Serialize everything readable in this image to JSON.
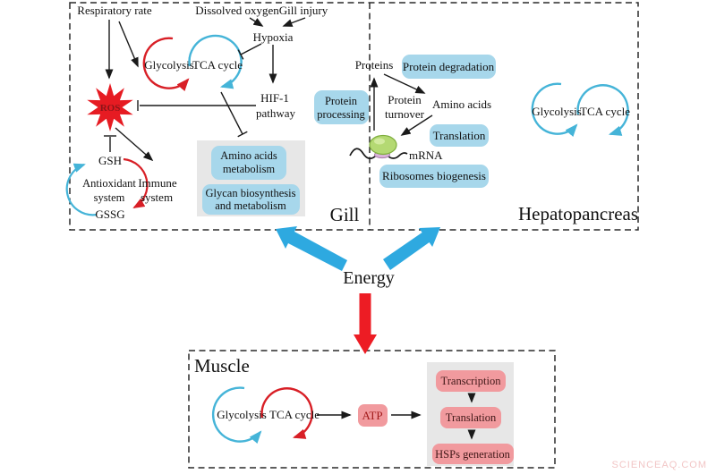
{
  "watermark": "SCIENCEAQ.COM",
  "colors": {
    "blue_box": "#a7d7eb",
    "pink_box": "#f19a9e",
    "gray_panel": "#e7e7e7",
    "red_accent": "#ed1c24",
    "blue_accent": "#2ea9e0",
    "cycle_blue": "#45b4d8",
    "cycle_red": "#d81f26"
  },
  "gill": {
    "panel_label": "Gill",
    "respiratory_rate": "Respiratory rate",
    "dissolved_oxygen": "Dissolved oxygen",
    "gill_injury": "Gill injury",
    "hypoxia": "Hypoxia",
    "glycolysis": "Glycolysis",
    "tca_cycle": "TCA cycle",
    "hif1_pathway": [
      "HIF-1",
      "pathway"
    ],
    "ros": "ROS",
    "gsh": "GSH",
    "gssg": "GSSG",
    "antioxidant_system": [
      "Antioxidant",
      "system"
    ],
    "immune_system": [
      "Immune",
      "system"
    ],
    "amino_acids_metabolism": [
      "Amino acids",
      "metabolism"
    ],
    "glycan_metabolism": [
      "Glycan biosynthesis",
      "and metabolism"
    ]
  },
  "hepatopancreas": {
    "panel_label": "Hepatopancreas",
    "proteins": "Proteins",
    "protein_degradation": "Protein degradation",
    "protein_processing": [
      "Protein",
      "processing"
    ],
    "protein_turnover": [
      "Protein",
      "turnover"
    ],
    "amino_acids": "Amino acids",
    "translation": "Translation",
    "mrna": "mRNA",
    "ribosomes_biogenesis": "Ribosomes biogenesis",
    "glycolysis": "Glycolysis",
    "tca_cycle": "TCA cycle"
  },
  "energy": {
    "label": "Energy"
  },
  "muscle": {
    "panel_label": "Muscle",
    "glycolysis": "Glycolysis",
    "tca_cycle": "TCA cycle",
    "atp": "ATP",
    "transcription": "Transcription",
    "translation": "Translation",
    "hsps_generation": "HSPs generation"
  }
}
